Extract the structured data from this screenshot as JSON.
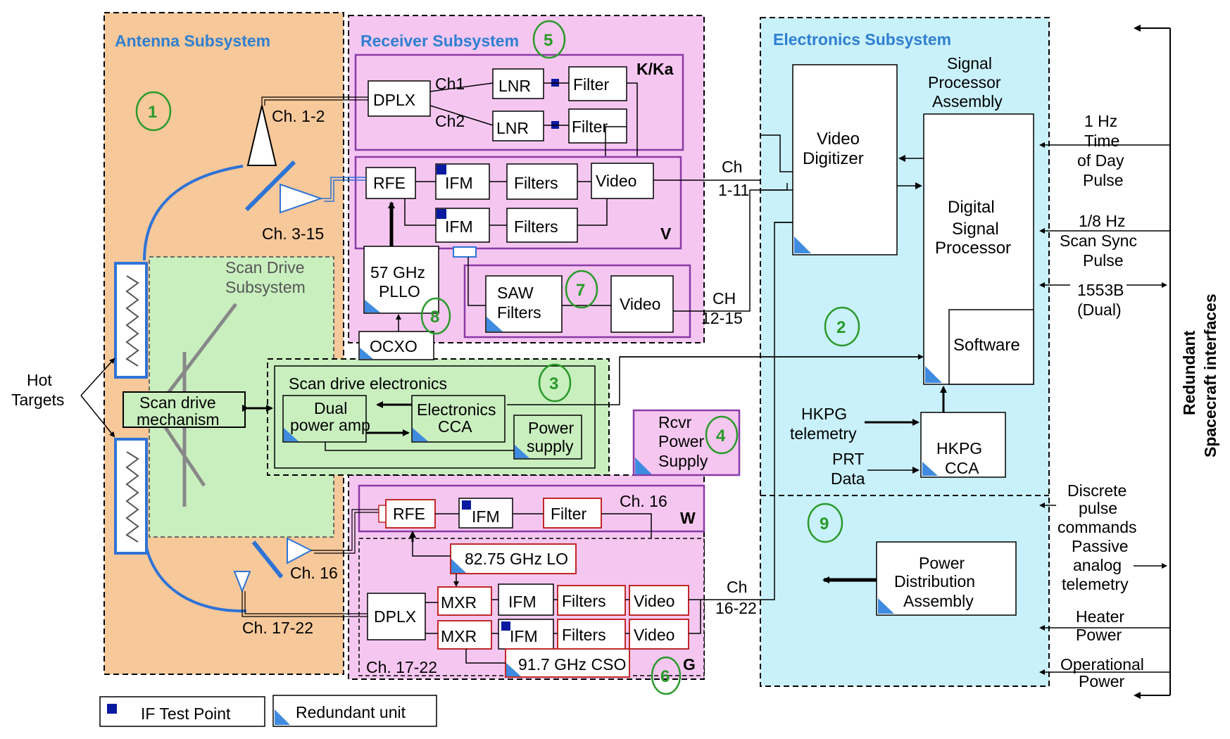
{
  "colors": {
    "antenna_bg": "#f7c89a",
    "receiver_bg": "#f5c7f0",
    "electronics_bg": "#c9f1fb",
    "scan_bg": "#c9efbf",
    "title_blue": "#2f7fd0",
    "marker_green": "#2a9a2a",
    "curve_blue": "#2e73d6",
    "red_box": "#c02828",
    "purple_box": "#8a3aa8",
    "redundant_tri": "#3e8be0",
    "test_point": "#0a1aa0"
  },
  "subsystems": {
    "antenna": "Antenna Subsystem",
    "receiver": "Receiver Subsystem",
    "electronics": "Electronics Subsystem",
    "scan_drive": [
      "Scan Drive",
      "Subsystem"
    ]
  },
  "markers": [
    "1",
    "2",
    "3",
    "4",
    "5",
    "6",
    "7",
    "8",
    "9"
  ],
  "antenna": {
    "ch12": "Ch. 1-2",
    "ch315": "Ch.  3-15",
    "ch16": "Ch. 16",
    "ch1722": "Ch. 17-22",
    "hot_targets": [
      "Hot",
      "Targets"
    ]
  },
  "receiver_kka": {
    "band": "K/Ka",
    "dplx": "DPLX",
    "ch1": "Ch1",
    "ch2": "Ch2",
    "lnr": "LNR",
    "filter": "Filter",
    "video": "Video"
  },
  "receiver_v": {
    "band": "V",
    "rfe": "RFE",
    "ifm": "IFM",
    "filters": "Filters",
    "pllo": [
      "57 GHz",
      "PLLO"
    ],
    "ocxo": "OCXO"
  },
  "saw": {
    "saw_filters": [
      "SAW",
      "Filters"
    ],
    "video": "Video",
    "ch": [
      "CH",
      "12-15"
    ]
  },
  "ch111": [
    "Ch",
    "1-11"
  ],
  "scan_drive": {
    "mechanism": [
      "Scan drive",
      "mechanism"
    ],
    "electronics_title": "Scan drive electronics",
    "dual_amp": [
      "Dual",
      "power amp"
    ],
    "electronics_cca": [
      "Electronics",
      "CCA"
    ],
    "power_supply": [
      "Power",
      "supply"
    ]
  },
  "rcvr_power": [
    "Rcvr",
    "Power",
    "Supply"
  ],
  "receiver_w": {
    "band": "W",
    "ch16": "Ch. 16",
    "rfe": "RFE",
    "ifm": "IFM",
    "filter": "Filter"
  },
  "receiver_g": {
    "band": "G",
    "ch1722": "Ch. 17-22",
    "lo": "82.75 GHz LO",
    "dplx": "DPLX",
    "mxr": "MXR",
    "ifm": "IFM",
    "filters": "Filters",
    "video": "Video",
    "cso": "91.7 GHz CSO",
    "ch": [
      "Ch",
      "16-22"
    ]
  },
  "electronics": {
    "video_digitizer": [
      "Video",
      "Digitizer"
    ],
    "spa_title": [
      "Signal",
      "Processor",
      "Assembly"
    ],
    "dsp": [
      "Digital",
      "Signal",
      "Processor"
    ],
    "software": "Software",
    "hkpg_telemetry": [
      "HKPG",
      "telemetry"
    ],
    "prt_data": [
      "PRT",
      "Data"
    ],
    "hkpg_cca": [
      "HKPG",
      "CCA"
    ],
    "power_dist": [
      "Power",
      "Distribution",
      "Assembly"
    ]
  },
  "interfaces": {
    "time_of_day": [
      "1 Hz",
      "Time",
      "of Day",
      "Pulse"
    ],
    "scan_sync": [
      "1/8 Hz",
      "Scan Sync",
      "Pulse"
    ],
    "bus": [
      "1553B",
      "(Dual)"
    ],
    "discrete": [
      "Discrete",
      "pulse",
      "commands"
    ],
    "analog": [
      "Passive",
      "analog",
      "telemetry"
    ],
    "heater": [
      "Heater",
      "Power"
    ],
    "operational": [
      "Operational",
      "Power"
    ],
    "redundant": [
      "Redundant",
      "Spacecraft interfaces"
    ]
  },
  "legend": {
    "test_point": "IF Test Point",
    "redundant_unit": "Redundant unit"
  }
}
